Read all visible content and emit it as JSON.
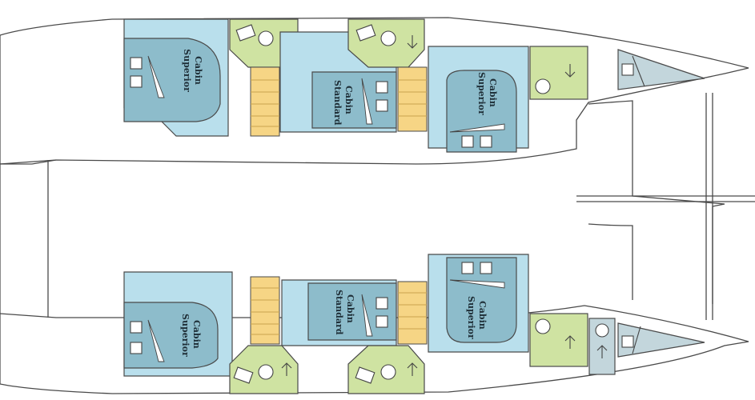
{
  "labels": {
    "superior_cabin_line1": "Superior",
    "superior_cabin_line2": "Cabin",
    "standard_cabin_line1": "Standard",
    "standard_cabin_line2": "Cabin"
  },
  "colors": {
    "cabin_area": "#b9dfec",
    "cabin_core": "#8dbccb",
    "head": "#cfe3a2",
    "stairs": "#f6d585",
    "bow_room": "#c3d6dc"
  }
}
